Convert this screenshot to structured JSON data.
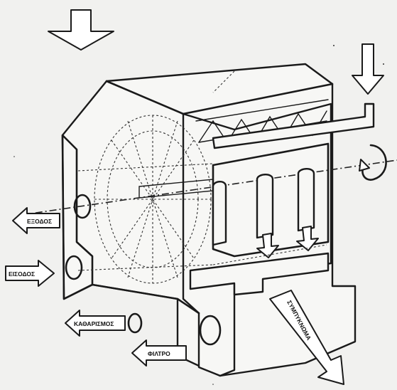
{
  "labels": {
    "exit": "ΕΞΟΔΟΣ",
    "entry": "ΕΙΣΟΔΟΣ",
    "cleaning": "ΚΑΘΑΡΙΣΜΟΣ",
    "filter": "ΦΙΛΤΡΟ",
    "concentrate": "ΣΥΜΠΥΚΝΩΜΑ"
  },
  "colors": {
    "ink": "#1a1a1a",
    "paper": "#f1f1ef"
  }
}
